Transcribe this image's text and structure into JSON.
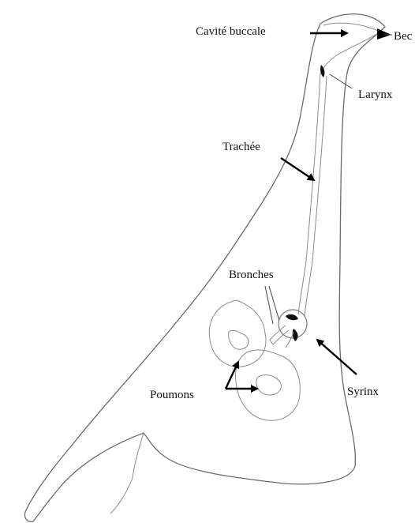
{
  "diagram": {
    "labels": {
      "cavite_buccale": "Cavité buccale",
      "bec": "Bec",
      "larynx": "Larynx",
      "trachee": "Trachée",
      "bronches": "Bronches",
      "poumons": "Poumons",
      "syrinx": "Syrinx"
    }
  }
}
